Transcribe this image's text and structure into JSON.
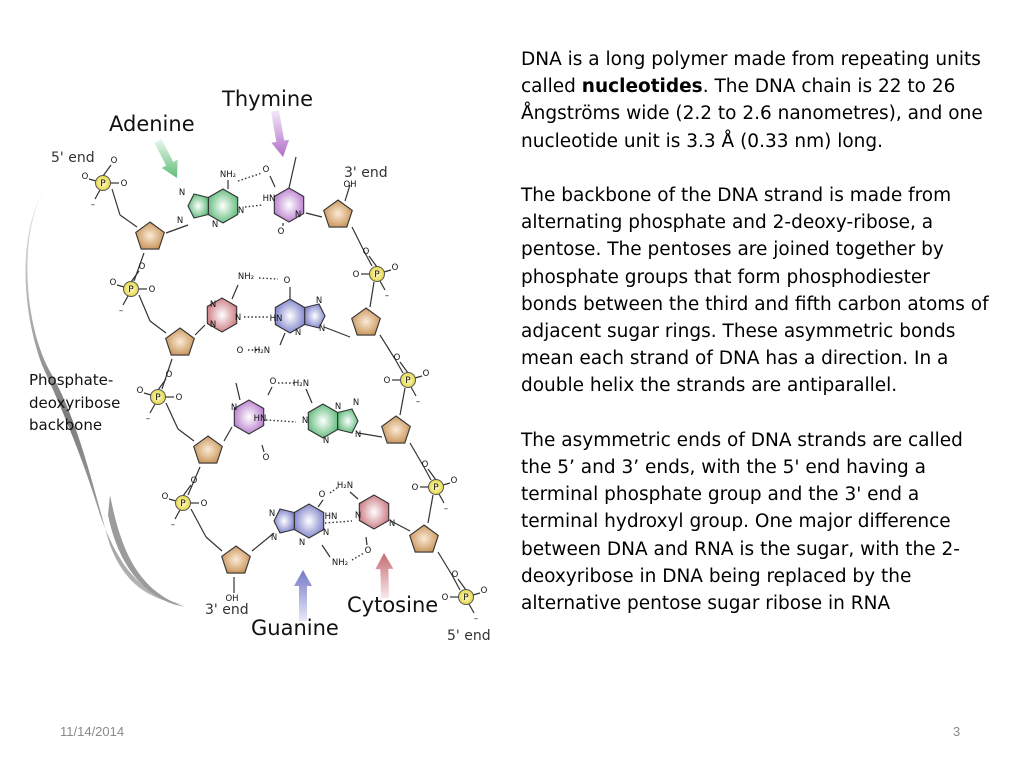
{
  "figure": {
    "labels": {
      "thymine": "Thymine",
      "adenine": "Adenine",
      "cytosine": "Cytosine",
      "guanine": "Guanine",
      "five_end_top": "5' end",
      "three_end_top": "3' end",
      "three_end_bottom": "3' end",
      "five_end_bottom": "5' end",
      "backbone_line1": "Phosphate-",
      "backbone_line2": "deoxyribose",
      "backbone_line3": "backbone"
    },
    "atoms": {
      "phosphorus": "P",
      "oxygen": "O",
      "nitrogen": "N",
      "amine": "NH₂",
      "amine_left": "H₂N",
      "imine": "HN",
      "hydroxyl": "OH",
      "negative": "–"
    },
    "colors": {
      "adenine": "#4db36b",
      "thymine": "#b06ec8",
      "guanine": "#6f73c4",
      "cytosine": "#c46a72",
      "sugar": "#c28a4a",
      "phosphate": "#e0d02c",
      "backbone_brace": "#8a8a8a"
    }
  },
  "text": {
    "p1_a": "DNA is a long polymer made from repeating units called ",
    "p1_bold": "nucleotides",
    "p1_b": ". The DNA chain is 22 to 26 Ångströms  wide (2.2 to 2.6 nanometres), and one nucleotide unit is 3.3 Å (0.33 nm) long.",
    "p2": "The backbone of the DNA strand is made from alternating phosphate  and 2-deoxy-ribose, a pentose. The pentoses are joined together by phosphate groups that form phosphodiester bonds between the third and fifth carbon atoms of adjacent sugar rings. These asymmetric bonds mean each strand of DNA has a direction. In a double helix the strands are antiparallel.",
    "p3": "The asymmetric ends of DNA strands are called the 5’ and 3’ ends, with the 5' end having a terminal phosphate group and the 3' end a terminal hydroxyl group. One major difference between DNA and RNA is the sugar, with the 2-deoxyribose in DNA being replaced by the alternative pentose sugar ribose in RNA"
  },
  "footer": {
    "date": "11/14/2014",
    "page": "3"
  }
}
